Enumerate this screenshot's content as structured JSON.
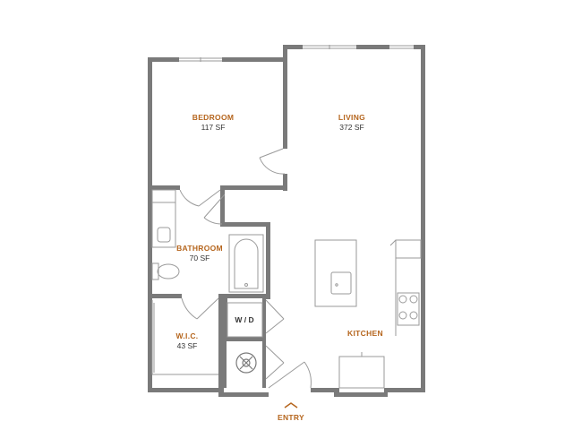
{
  "colors": {
    "wall": "#7a7a7a",
    "accent": "#b5651d",
    "fixture": "#9a9a9a"
  },
  "rooms": {
    "bedroom": {
      "name": "BEDROOM",
      "area": "117 SF"
    },
    "living": {
      "name": "LIVING",
      "area": "372 SF"
    },
    "bathroom": {
      "name": "BATHROOM",
      "area": "70 SF"
    },
    "wic": {
      "name": "W.I.C.",
      "area": "43 SF"
    },
    "kitchen": {
      "name": "KITCHEN"
    },
    "laundry": {
      "name": "W / D"
    }
  },
  "entry": {
    "label": "ENTRY"
  },
  "icons": [
    "water-heater-icon",
    "entry-arrow-icon"
  ]
}
